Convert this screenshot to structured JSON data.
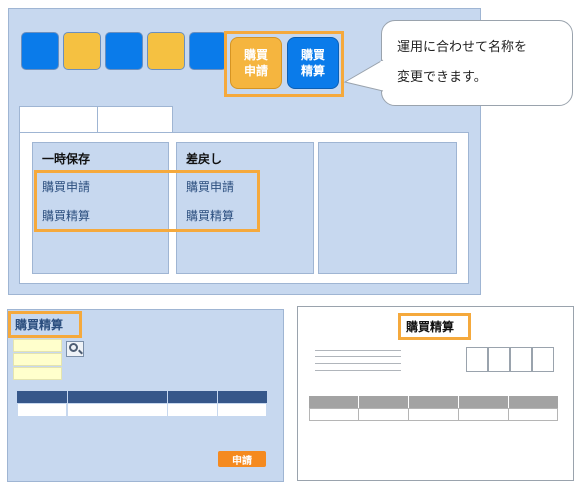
{
  "top": {
    "buttons": {
      "purchase_request": "購買\n申請",
      "purchase_settlement": "購買\n精算"
    },
    "callout": "運用に合わせて名称を\n変更できます。",
    "columns": [
      {
        "title": "一時保存",
        "items": [
          "購買申請",
          "購買精算"
        ]
      },
      {
        "title": "差戻し",
        "items": [
          "購買申請",
          "購買精算"
        ]
      },
      {
        "title": "",
        "items": []
      }
    ]
  },
  "bottom_left": {
    "title": "購買精算",
    "apply_label": "申請"
  },
  "bottom_right": {
    "title": "購買精算"
  },
  "colors": {
    "accent_orange": "#f5a93c",
    "blue": "#0a7bea",
    "yellow": "#f5c141",
    "panel": "#c7d8ef",
    "header_blue": "#36578a",
    "apply_orange": "#f58a1f"
  }
}
